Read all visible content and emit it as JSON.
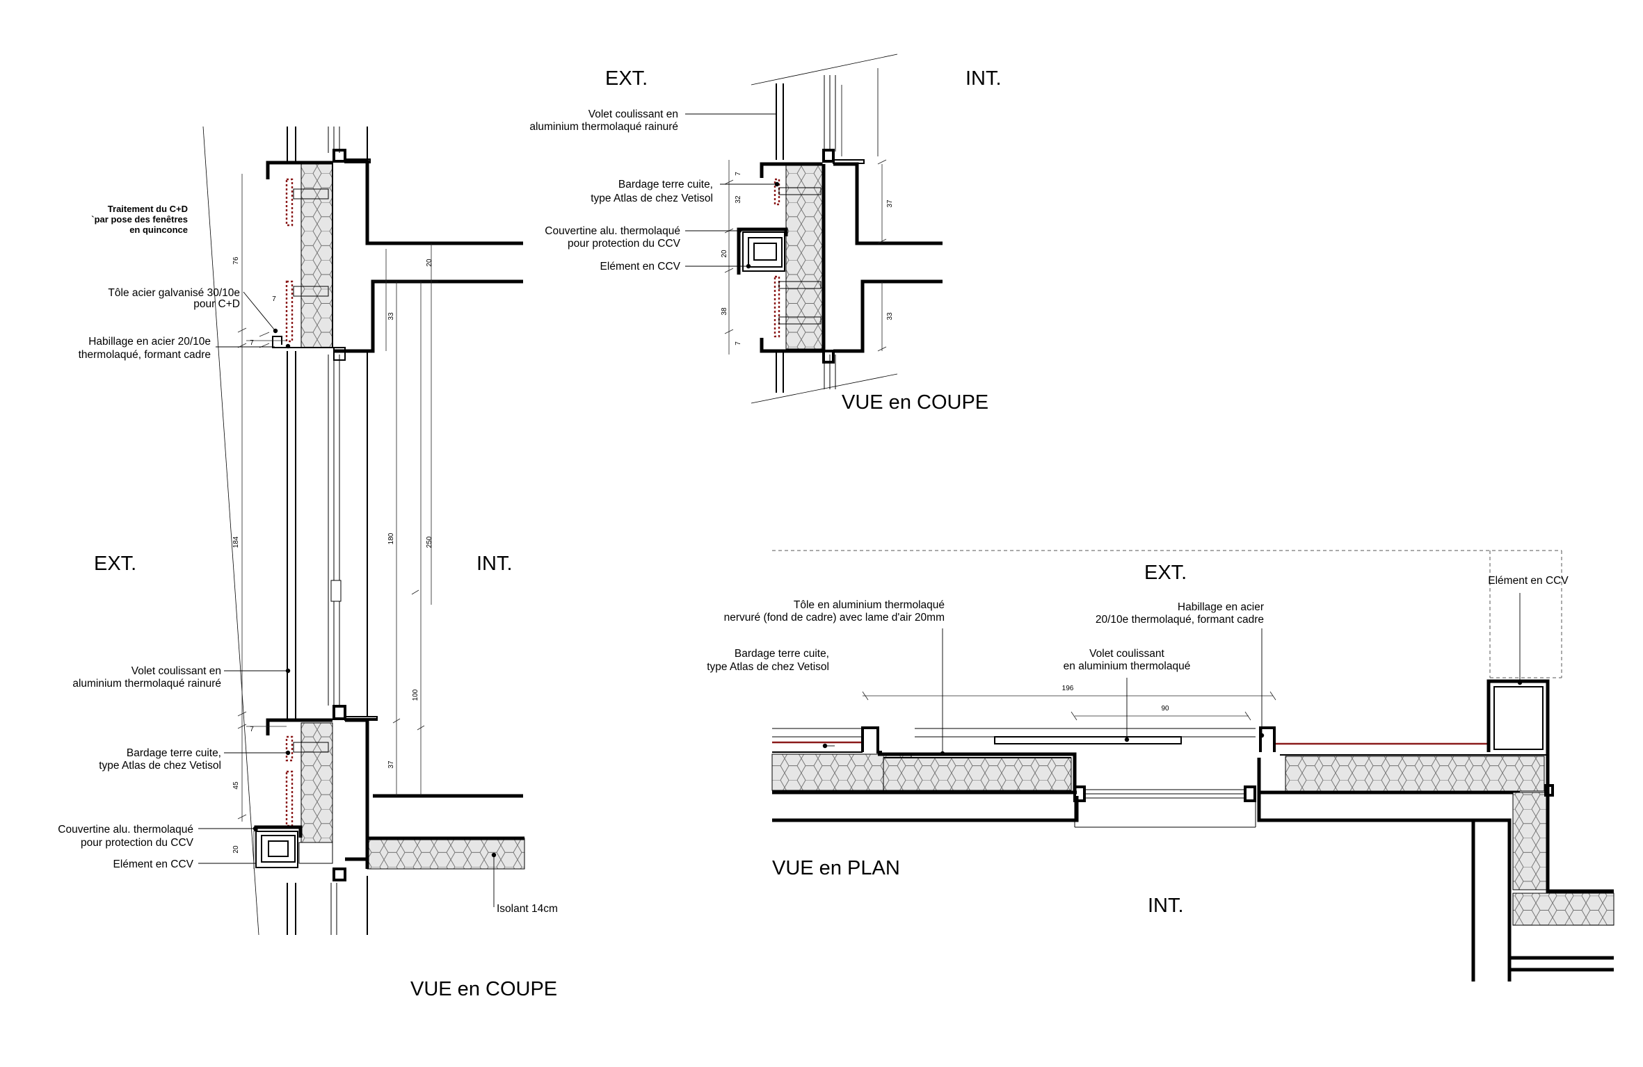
{
  "section_main": {
    "ext_label": "EXT.",
    "int_label": "INT.",
    "title": "VUE en COUPE",
    "note_cd": [
      "Traitement du C+D",
      "`par pose des fenêtres",
      "en quinconce"
    ],
    "note_tole": [
      "Tôle acier galvanisé 30/10e",
      "pour C+D"
    ],
    "note_habillage": [
      "Habillage en acier 20/10e",
      "thermolaqué, formant cadre"
    ],
    "note_volet": [
      "Volet coulissant en",
      "aluminium thermolaqué rainuré"
    ],
    "note_bardage": [
      "Bardage terre cuite,",
      "type Atlas de chez Vetisol"
    ],
    "note_couvertine": [
      "Couvertine alu. thermolaqué",
      "pour protection du CCV"
    ],
    "note_ccv": "Elément en CCV",
    "note_isolant": "Isolant 14cm",
    "dims": {
      "d76": "76",
      "d7a": "7",
      "d7b": "7",
      "d184": "184",
      "d7c": "7",
      "d45": "45",
      "d20a": "20",
      "d20b": "20",
      "d33": "33",
      "d180": "180",
      "d250": "250",
      "d100": "100",
      "d37": "37"
    }
  },
  "section_small": {
    "ext_label": "EXT.",
    "int_label": "INT.",
    "title": "VUE en COUPE",
    "note_volet": [
      "Volet coulissant en",
      "aluminium thermolaqué rainuré"
    ],
    "note_bardage": [
      "Bardage terre cuite,",
      "type Atlas de chez Vetisol"
    ],
    "note_couvertine": [
      "Couvertine alu. thermolaqué",
      "pour protection du CCV"
    ],
    "note_ccv": "Elément en CCV",
    "dims": {
      "d7a": "7",
      "d32": "32",
      "d20": "20",
      "d38": "38",
      "d7b": "7",
      "d37": "37",
      "d33": "33"
    }
  },
  "plan": {
    "ext_label": "EXT.",
    "int_label": "INT.",
    "title": "VUE en PLAN",
    "note_tole": [
      "Tôle en aluminium thermolaqué",
      "nervuré (fond de cadre) avec lame d'air 20mm"
    ],
    "note_habillage": [
      "Habillage en acier",
      "20/10e thermolaqué, formant cadre"
    ],
    "note_bardage": [
      "Bardage terre cuite,",
      "type Atlas de chez Vetisol"
    ],
    "note_volet": [
      "Volet coulissant",
      "en aluminium thermolaqué"
    ],
    "note_ccv": "Elément en CCV",
    "dims": {
      "d196": "196",
      "d90": "90"
    }
  }
}
